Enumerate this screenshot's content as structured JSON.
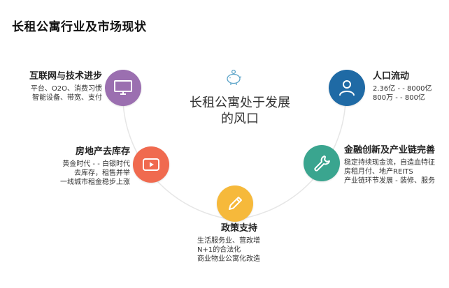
{
  "title": "长租公寓行业及市场现状",
  "center": {
    "text_line1": "长租公寓处于发展",
    "text_line2": "的风口"
  },
  "nodes": {
    "internet": {
      "icon": "monitor-icon",
      "color": "#9b6fb0",
      "head": "互联网与技术进步",
      "lines": [
        "平台、O2O、消费习惯",
        "智能设备、带宽、支付"
      ]
    },
    "population": {
      "icon": "user-icon",
      "color": "#1f6aa5",
      "head": "人口流动",
      "lines": [
        "2.36亿 - - 8000亿",
        "800万 - - 800亿"
      ]
    },
    "realestate": {
      "icon": "video-play-icon",
      "color": "#f06a4f",
      "head": "房地产去库存",
      "lines": [
        "黄金时代 - - 白银时代",
        "去库存，租售并举",
        "一线城市租金稳步上涨"
      ]
    },
    "finance": {
      "icon": "wrench-icon",
      "color": "#3aa58f",
      "head": "金融创新及产业链完善",
      "lines": [
        "稳定持续现金流，自造血特征",
        "房租月付、地产REITS",
        "产业链环节发展 - 装修、服务"
      ]
    },
    "policy": {
      "icon": "pencil-icon",
      "color": "#f6b93b",
      "head": "政策支持",
      "lines": [
        "生活服务业、营改增",
        "N+1的合法化",
        "商业物业公寓化改造"
      ]
    }
  },
  "decor": {
    "center_icon": "piggy-bank-icon",
    "arc_color": "#e4e4e4"
  }
}
